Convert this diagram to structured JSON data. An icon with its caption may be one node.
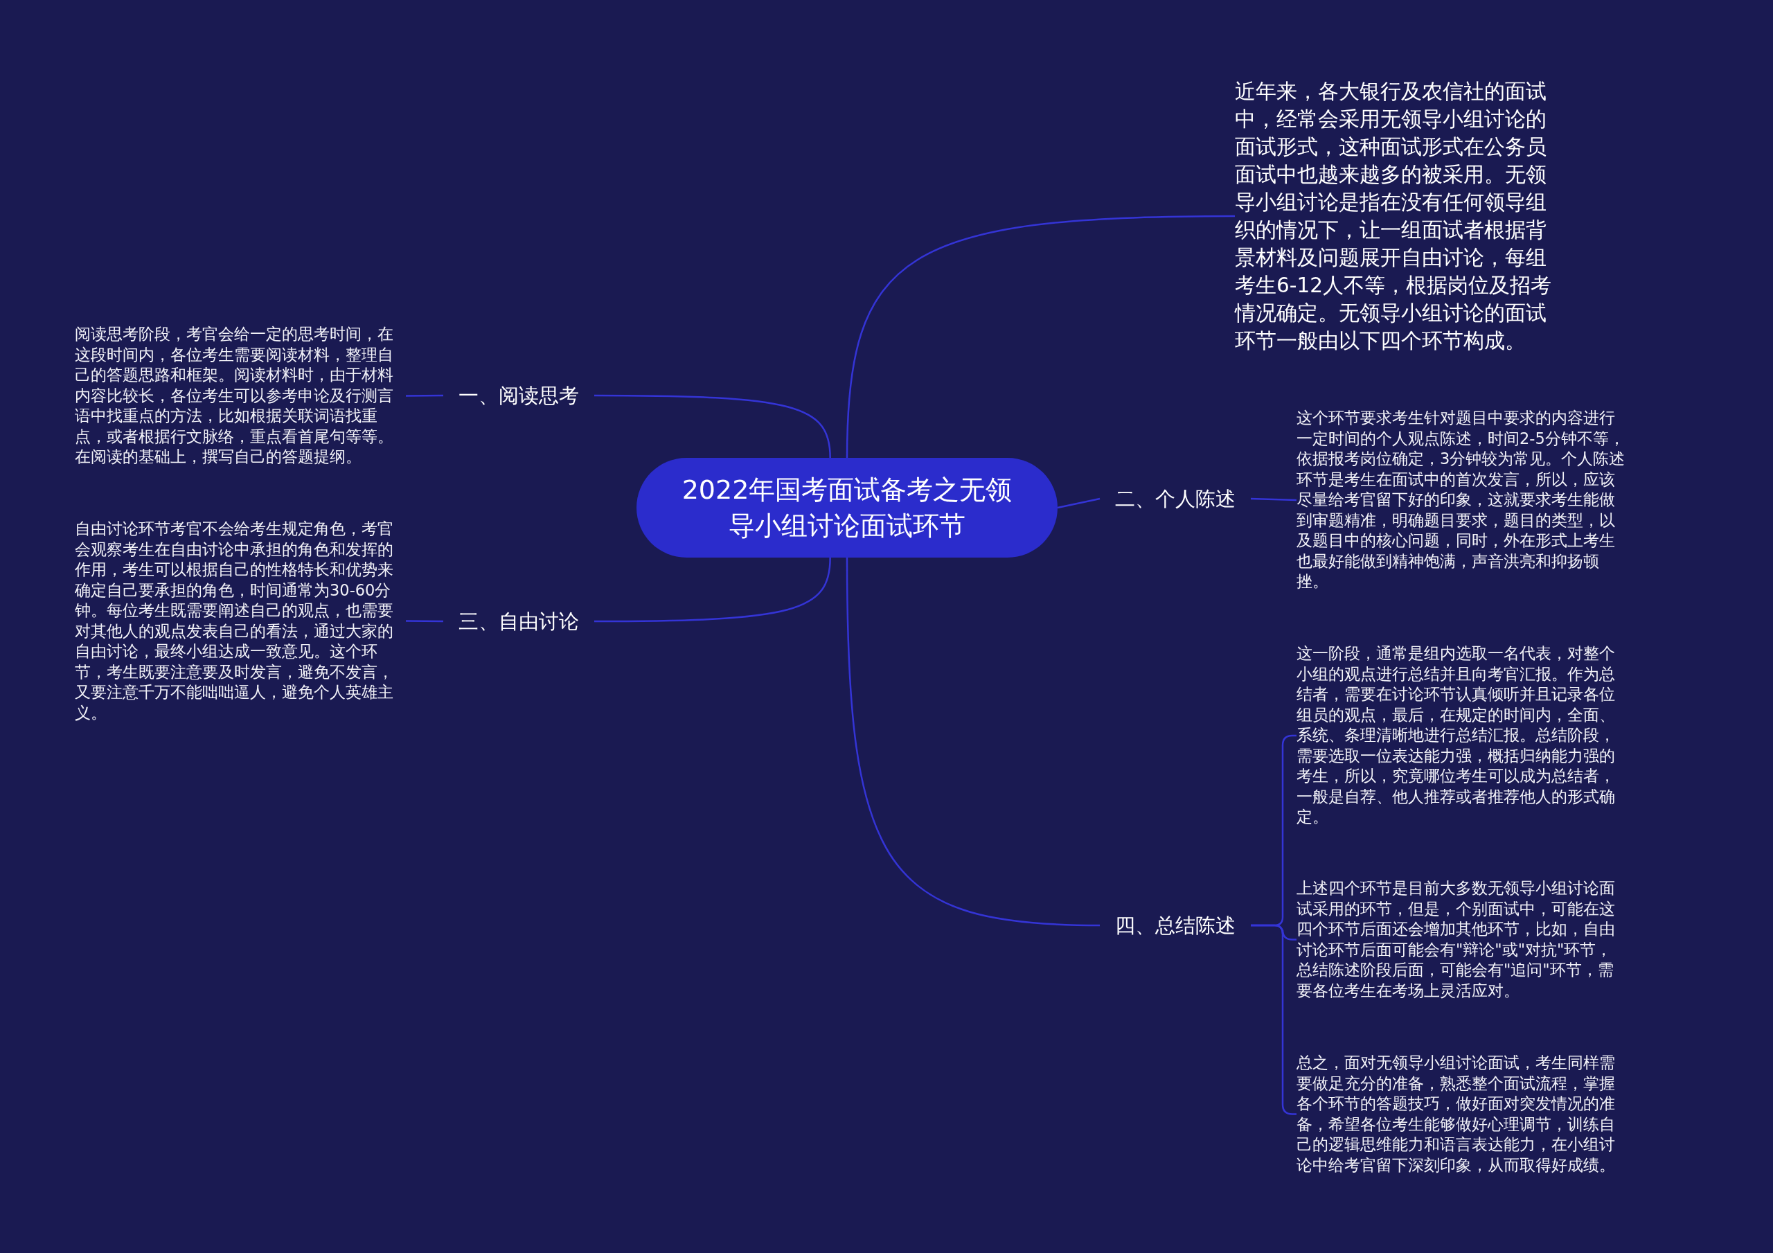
{
  "diagram": {
    "nodes": [
      {
        "text": [
          "2022年国考面试备考之无领导小组讨论面试环节"
        ]
      },
      {
        "text": [
          "近年来，各大银行及农信社的面试中，经常会采用无领导小组讨论的面试形式，这种面试形式在公务员面试中也越来越多的被采用。无领导小组讨论是指在没有任何领导组织的情况下，让一组面试者根据背景材料及问题展开自由讨论，每组考生6-12人不等，根据岗位及招考情况确定。无领导小组讨论的面试环节一般由以下四个环节构成。"
        ]
      },
      {
        "text": [
          "一、阅读思考"
        ]
      },
      {
        "text": [
          "阅读思考阶段，考官会给一定的思考时间，在这段时间内，各位考生需要阅读材料，整理自己的答题思路和框架。阅读材料时，由于材料内容比较长，各位考生可以参考申论及行测言语中找重点的方法，比如根据关联词语找重点，或者根据行文脉络，重点看首尾句等等。在阅读的基础上，撰写自己的答题提纲。"
        ]
      },
      {
        "text": [
          "二、个人陈述"
        ]
      },
      {
        "text": [
          "这个环节要求考生针对题目中要求的内容进行一定时间的个人观点陈述，时间2-5分钟不等，依据报考岗位确定，3分钟较为常见。个人陈述环节是考生在面试中的首次发言，所以，应该尽量给考官留下好的印象，这就要求考生能做到审题精准，明确题目要求，题目的类型，以及题目中的核心问题，同时，外在形式上考生也最好能做到精神饱满，声音洪亮和抑扬顿挫。"
        ]
      },
      {
        "text": [
          "三、自由讨论"
        ]
      },
      {
        "text": [
          "自由讨论环节考官不会给考生规定角色，考官会观察考生在自由讨论中承担的角色和发挥的作用，考生可以根据自己的性格特长和优势来确定自己要承担的角色，时间通常为30-60分钟。每位考生既需要阐述自己的观点，也需要对其他人的观点发表自己的看法，通过大家的自由讨论，最终小组达成一致意见。这个环节，考生既要注意要及时发言，避免不发言，又要注意千万不能咄咄逼人，避免个人英雄主义。"
        ]
      },
      {
        "text": [
          "四、总结陈述"
        ]
      },
      {
        "text": [
          "这一阶段，通常是组内选取一名代表，对整个小组的观点进行总结并且向考官汇报。作为总结者，需要在讨论环节认真倾听并且记录各位组员的观点，最后，在规定的时间内，全面、系统、条理清晰地进行总结汇报。总结阶段，需要选取一位表达能力强，概括归纳能力强的考生，所以，究竟哪位考生可以成为总结者，一般是自荐、他人推荐或者推荐他人的形式确定。"
        ]
      },
      {
        "text": [
          "上述四个环节是目前大多数无领导小组讨论面试采用的环节，但是，个别面试中，可能在这四个环节后面还会增加其他环节，比如，自由讨论环节后面可能会有\"辩论\"或\"对抗\"环节，总结陈述阶段后面，可能会有\"追问\"环节，需要各位考生在考场上灵活应对。"
        ]
      },
      {
        "text": [
          "总之，面对无领导小组讨论面试，考生同样需要做足充分的准备，熟悉整个面试流程，掌握各个环节的答题技巧，做好面对突发情况的准备，希望各位考生能够做好心理调节，训练自己的逻辑思维能力和语言表达能力，在小组讨论中给考官留下深刻印象，从而取得好成绩。"
        ]
      }
    ],
    "edges": [
      {
        "from": 0,
        "to": 1,
        "arrow": "none"
      },
      {
        "from": 0,
        "to": 2,
        "arrow": "none"
      },
      {
        "from": 2,
        "to": 3,
        "arrow": "none"
      },
      {
        "from": 0,
        "to": 4,
        "arrow": "none"
      },
      {
        "from": 4,
        "to": 5,
        "arrow": "none"
      },
      {
        "from": 0,
        "to": 6,
        "arrow": "none"
      },
      {
        "from": 6,
        "to": 7,
        "arrow": "none"
      },
      {
        "from": 0,
        "to": 8,
        "arrow": "none"
      },
      {
        "from": 8,
        "to": 9,
        "arrow": "none"
      },
      {
        "from": 8,
        "to": 10,
        "arrow": "none"
      },
      {
        "from": 8,
        "to": 11,
        "arrow": "none"
      }
    ]
  }
}
